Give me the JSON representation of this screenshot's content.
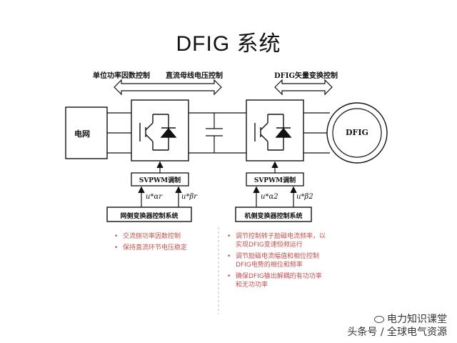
{
  "title": "DFIG 系统",
  "labels": {
    "unit_pf_control": "单位功率因数控制",
    "dc_bus_control": "直流母线电压控制",
    "dfig_vector_control": "DFIG矢量变换控制",
    "grid": "电网",
    "dfig": "DFIG",
    "svpwm_left": "SVPWM调制",
    "svpwm_right": "SVPWM调制",
    "grid_controller": "网侧变换器控制系统",
    "machine_controller": "机侧变换器控制系统"
  },
  "signals": {
    "left_a": "u*αr",
    "left_b": "u*βr",
    "right_a": "u*α2",
    "right_b": "u*β2"
  },
  "left_bullets": [
    "交流侧功率因数控制",
    "保持直流环节电压稳定"
  ],
  "right_bullets": [
    "调节控制转子励磁电流频率，以实现DFIG变速恒频运行",
    "调节励磁电流幅值和相位控制DFIG电势的相位和频率",
    "确保DFIG输出解耦的有功功率和无功功率"
  ],
  "watermark": {
    "line1": "电力知识课堂",
    "line2": "头条号 / 全球电气资源"
  },
  "colors": {
    "bullet_text": "#c0504d",
    "line": "#111111"
  }
}
